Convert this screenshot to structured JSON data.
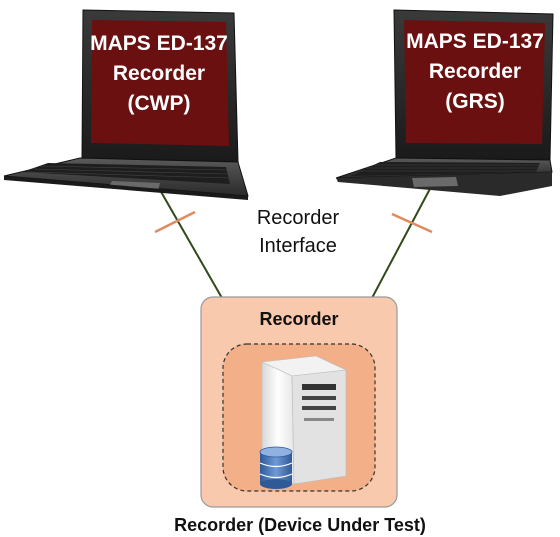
{
  "laptop_left": {
    "line1": "MAPS ED-137",
    "line2": "Recorder",
    "line3": "(CWP)"
  },
  "laptop_right": {
    "line1": "MAPS ED-137",
    "line2": "Recorder",
    "line3": "(GRS)"
  },
  "interface_label": {
    "line1": "Recorder",
    "line2": "Interface"
  },
  "recorder_box": {
    "title": "Recorder"
  },
  "caption": "Recorder (Device Under Test)",
  "colors": {
    "screen": "#6a1010",
    "connector_line": "#2f4a1a",
    "interface_marker": "#e08a60",
    "box_fill": "#f8c9ad",
    "box_stroke": "#9a9a9a",
    "inner_fill": "#f3b088",
    "db_icon": "#3f6fb0"
  }
}
